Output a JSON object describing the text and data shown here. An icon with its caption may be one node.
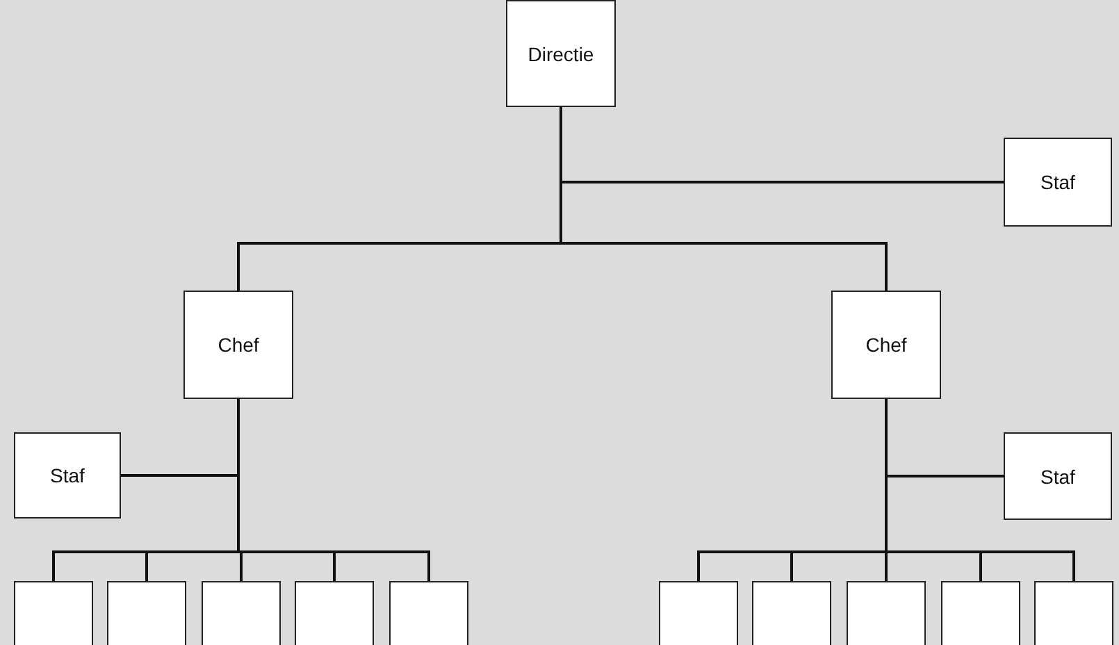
{
  "diagram": {
    "nodes": [
      {
        "text": [
          "Directie"
        ]
      },
      {
        "text": [
          "Staf"
        ]
      },
      {
        "text": [
          "Chef"
        ]
      },
      {
        "text": [
          "Chef"
        ]
      },
      {
        "text": [
          "Staf"
        ]
      },
      {
        "text": [
          "Staf"
        ]
      },
      {
        "text": [],
        "shape": "box"
      },
      {
        "text": [],
        "shape": "box"
      },
      {
        "text": [],
        "shape": "box"
      },
      {
        "text": [],
        "shape": "box"
      },
      {
        "text": [],
        "shape": "box"
      },
      {
        "text": [],
        "shape": "box"
      },
      {
        "text": [],
        "shape": "box"
      },
      {
        "text": [],
        "shape": "box"
      },
      {
        "text": [],
        "shape": "box"
      },
      {
        "text": [],
        "shape": "box"
      }
    ],
    "edges": [
      {
        "from": 0,
        "to": 1,
        "arrow": "none"
      },
      {
        "from": 0,
        "to": 2,
        "arrow": "none"
      },
      {
        "from": 0,
        "to": 3,
        "arrow": "none"
      },
      {
        "from": 2,
        "to": 4,
        "arrow": "none"
      },
      {
        "from": 3,
        "to": 5,
        "arrow": "none"
      },
      {
        "from": 2,
        "to": 6,
        "arrow": "none"
      },
      {
        "from": 2,
        "to": 7,
        "arrow": "none"
      },
      {
        "from": 2,
        "to": 8,
        "arrow": "none"
      },
      {
        "from": 2,
        "to": 9,
        "arrow": "none"
      },
      {
        "from": 2,
        "to": 10,
        "arrow": "none"
      },
      {
        "from": 3,
        "to": 11,
        "arrow": "none"
      },
      {
        "from": 3,
        "to": 12,
        "arrow": "none"
      },
      {
        "from": 3,
        "to": 13,
        "arrow": "none"
      },
      {
        "from": 3,
        "to": 14,
        "arrow": "none"
      },
      {
        "from": 3,
        "to": 15,
        "arrow": "none"
      }
    ]
  }
}
